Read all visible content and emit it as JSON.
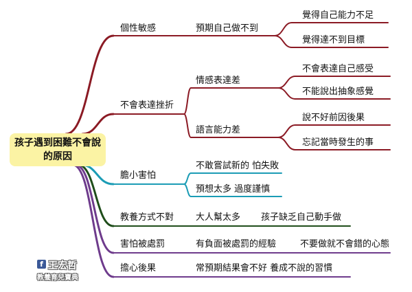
{
  "central": "孩子遇到困難不會說\n的原因",
  "branches": [
    {
      "label": "個性敏感",
      "color": "#8b1a24",
      "children": [
        {
          "label": "預期自己做不到",
          "children": [
            "覺得自己能力不足",
            "覺得達不到目標"
          ]
        }
      ]
    },
    {
      "label": "不會表達挫折",
      "color": "#8b1a24",
      "children": [
        {
          "label": "情感表達差",
          "children": [
            "不會表達自己感受",
            "不能說出抽象感覺"
          ]
        },
        {
          "label": "語言能力差",
          "children": [
            "說不好前因後果",
            "忘記當時發生的事"
          ]
        }
      ]
    },
    {
      "label": "膽小害怕",
      "color": "#1b9cb5",
      "children": [
        {
          "label": "不敢嘗試新的  怕失敗",
          "children": []
        },
        {
          "label": "預想太多  過度謹慎",
          "children": []
        }
      ]
    },
    {
      "label": "教養方式不對",
      "color": "#1f4d1a",
      "children": [
        {
          "label": "大人幫太多",
          "children": [
            "孩子缺乏自己動手做"
          ]
        }
      ]
    },
    {
      "label": "害怕被處罰",
      "color": "#6e3b8c",
      "children": [
        {
          "label": "有負面被處罰的經驗",
          "children": [
            "不要做就不會錯的心態"
          ]
        }
      ]
    },
    {
      "label": "擔心後果",
      "color": "#6e3b8c",
      "children": [
        {
          "label": "常預期結果會不好  養成不說的習慣",
          "children": []
        }
      ]
    }
  ],
  "logo": {
    "icon": "f",
    "name": "王宏哲",
    "subtitle": "教養育兒寶典"
  }
}
